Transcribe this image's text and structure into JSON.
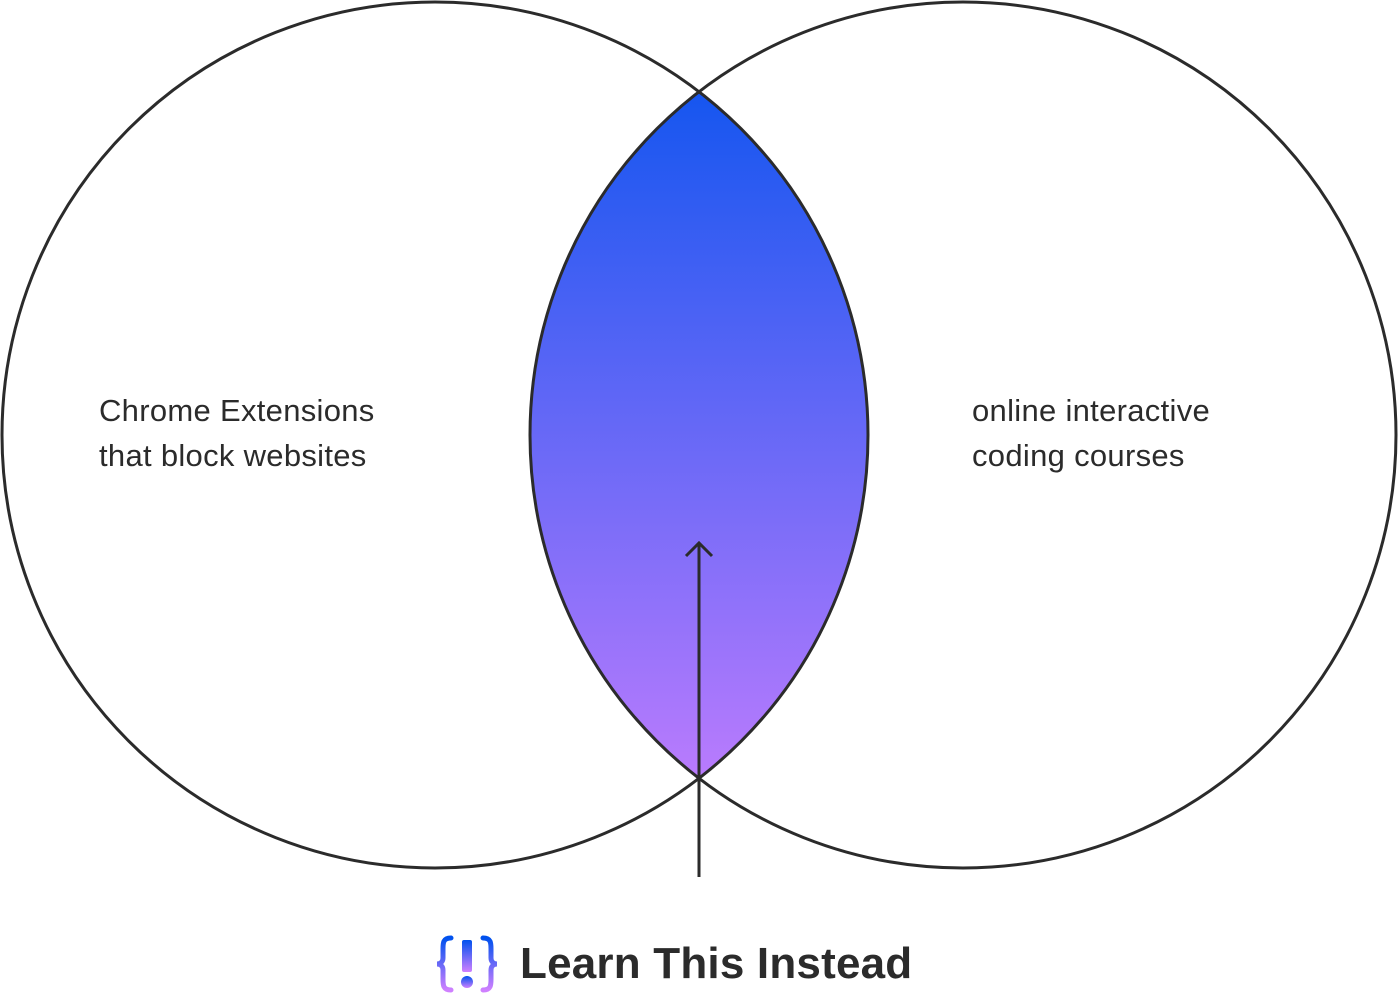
{
  "diagram": {
    "left_set": {
      "lines": [
        "Chrome Extensions",
        "that block websites"
      ]
    },
    "right_set": {
      "lines": [
        "online interactive",
        "coding courses"
      ]
    },
    "intersection": {
      "gradient_top": "#0051ee",
      "gradient_bottom": "#cf80ff"
    },
    "outline_color": "#2b2b2b"
  },
  "brand": {
    "icon": "curly-braces-exclamation-icon",
    "name": "Learn This Instead"
  }
}
